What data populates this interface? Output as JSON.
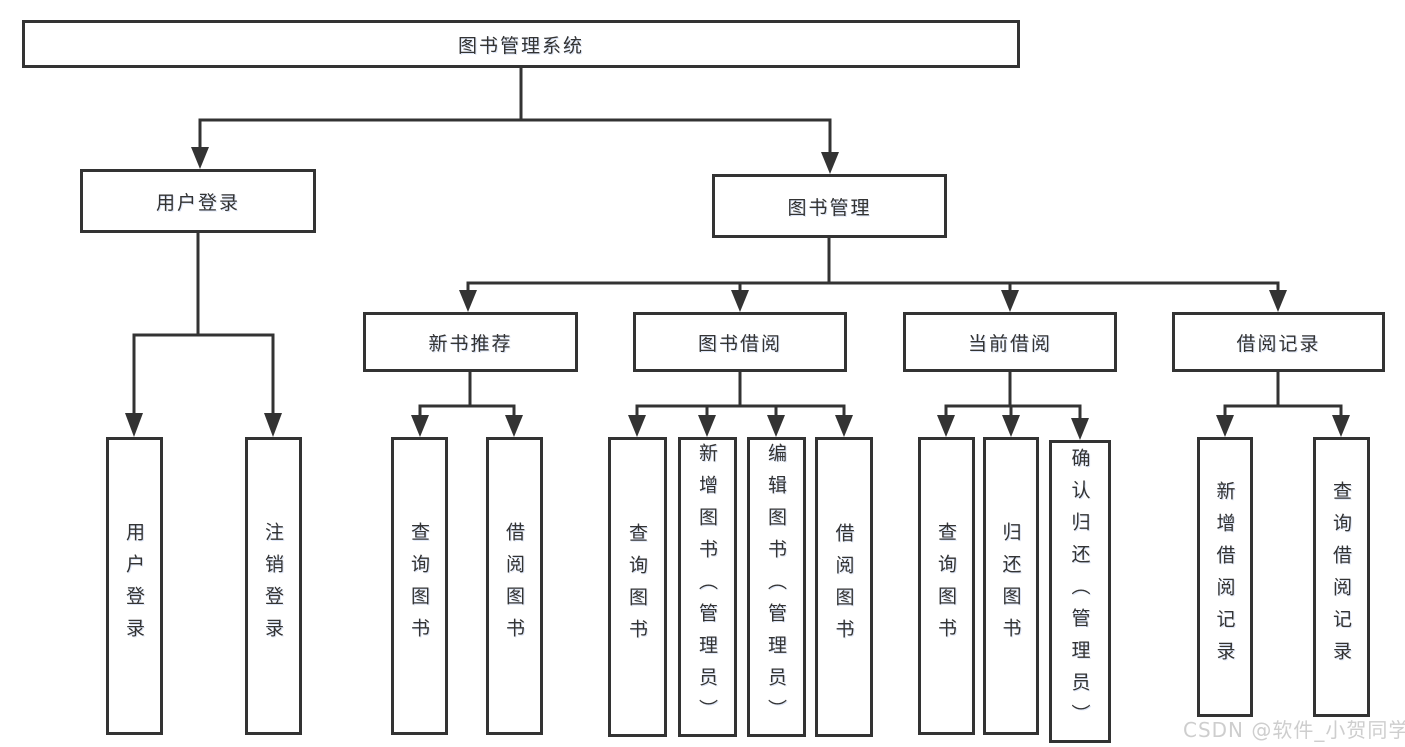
{
  "diagram": {
    "root": "图书管理系统",
    "user": {
      "label": "用户登录",
      "leaves": {
        "login": "用户登录",
        "logout": "注销登录"
      }
    },
    "books": {
      "label": "图书管理",
      "groups": {
        "recommend": {
          "label": "新书推荐",
          "leaves": {
            "query": "查询图书",
            "borrow": "借阅图书"
          }
        },
        "borrowing": {
          "label": "图书借阅",
          "leaves": {
            "query": "查询图书",
            "add": "新增图书（管理员）",
            "edit": "编辑图书（管理员）",
            "borrow": "借阅图书"
          }
        },
        "current": {
          "label": "当前借阅",
          "leaves": {
            "query": "查询图书",
            "return": "归还图书",
            "confirm": "确认归还（管理员）"
          }
        },
        "records": {
          "label": "借阅记录",
          "leaves": {
            "add": "新增借阅记录",
            "query": "查询借阅记录"
          }
        }
      }
    }
  },
  "watermark": {
    "text": "CSDN @软件_小贺同学"
  },
  "colors": {
    "line": "#333333",
    "text": "#333333",
    "watermark": "#cbcbcb",
    "background": "#ffffff"
  }
}
